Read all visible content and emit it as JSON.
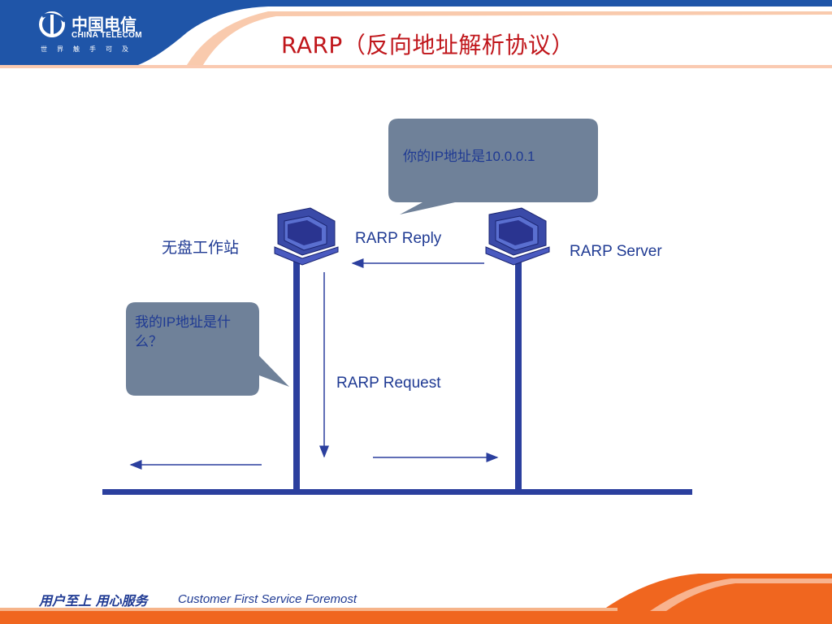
{
  "header": {
    "title": "RARP（反向地址解析协议）",
    "logo_cn": "中国电信",
    "logo_en": "CHINA TELECOM",
    "logo_slogan": "世界触手可及"
  },
  "diagram": {
    "workstation_label": "无盘工作站",
    "server_label": "RARP Server",
    "reply_label": "RARP Reply",
    "request_label": "RARP Request",
    "server_bubble": "你的IP地址是10.0.0.1",
    "client_bubble": "我的IP地址是什么？"
  },
  "footer": {
    "slogan_cn": "用户至上  用心服务",
    "slogan_en": "Customer First Service Foremost"
  },
  "colors": {
    "brand_blue": "#1f55a8",
    "network_line": "#2b3f9e",
    "title_red": "#c0161b",
    "bubble_fill": "#6f8199",
    "accent_orange": "#f0661f"
  }
}
